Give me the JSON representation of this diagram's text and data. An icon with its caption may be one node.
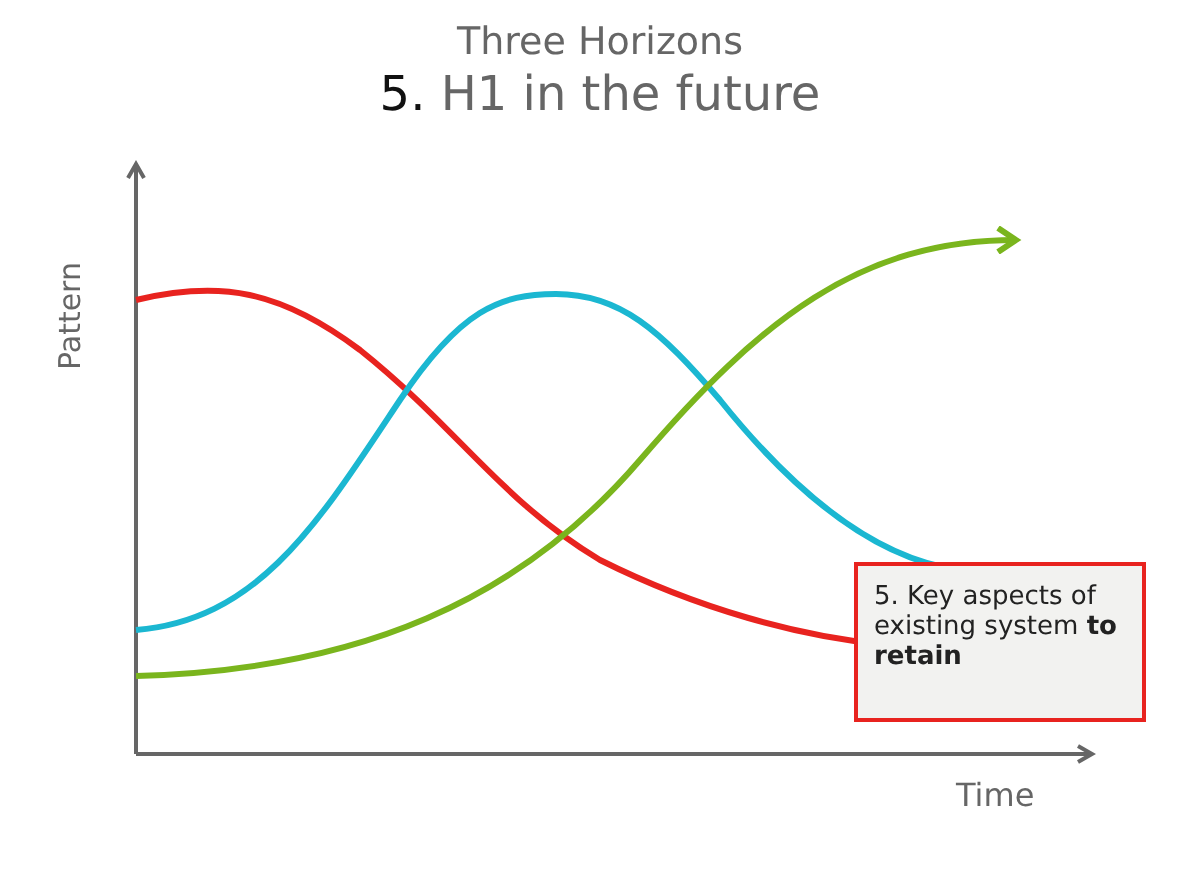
{
  "diagram": {
    "title": "Three Horizons",
    "nodes": [
      {
        "text": [
          "5. Key aspects of existing system **to retain**"
        ]
      }
    ],
    "edges": [],
    "labels": [
      "5. H1 in the future",
      "Pattern",
      "Time"
    ]
  }
}
